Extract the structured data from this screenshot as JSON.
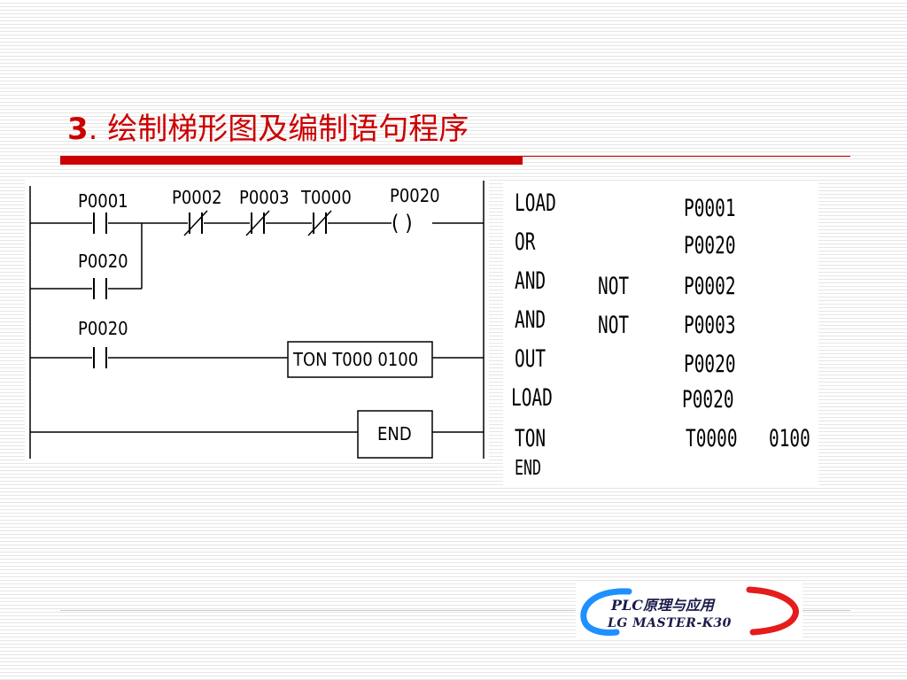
{
  "slide": {
    "title_number": "3",
    "title_text": ". 绘制梯形图及编制语句程序"
  },
  "ladder": {
    "contacts": {
      "p0001": "P0001",
      "p0002": "P0002",
      "p0003": "P0003",
      "t0000": "T0000",
      "p0020_branch": "P0020",
      "p0020_rung2": "P0020"
    },
    "coil_label": "P0020",
    "coil_symbol": "(    )",
    "timer_box": "TON  T000  0100",
    "end_box": "END"
  },
  "instruction_list": {
    "rows": [
      {
        "op": "LOAD",
        "mod": "",
        "arg": "P0001",
        "val": ""
      },
      {
        "op": "OR",
        "mod": "",
        "arg": "P0020",
        "val": ""
      },
      {
        "op": "AND",
        "mod": "NOT",
        "arg": "P0002",
        "val": ""
      },
      {
        "op": "AND",
        "mod": "NOT",
        "arg": "P0003",
        "val": ""
      },
      {
        "op": "OUT",
        "mod": "",
        "arg": "P0020",
        "val": ""
      },
      {
        "op": "LOAD",
        "mod": "",
        "arg": "P0020",
        "val": ""
      },
      {
        "op": "TON",
        "mod": "",
        "arg": "T0000",
        "val": "0100"
      },
      {
        "op": "END",
        "mod": "",
        "arg": "",
        "val": ""
      }
    ]
  },
  "logo": {
    "line1": "PLC原理与应用",
    "line2": "LG MASTER-K30"
  },
  "colors": {
    "accent_red": "#cc0000",
    "logo_blue": "#1e90ff",
    "logo_red": "#e41c1c"
  }
}
